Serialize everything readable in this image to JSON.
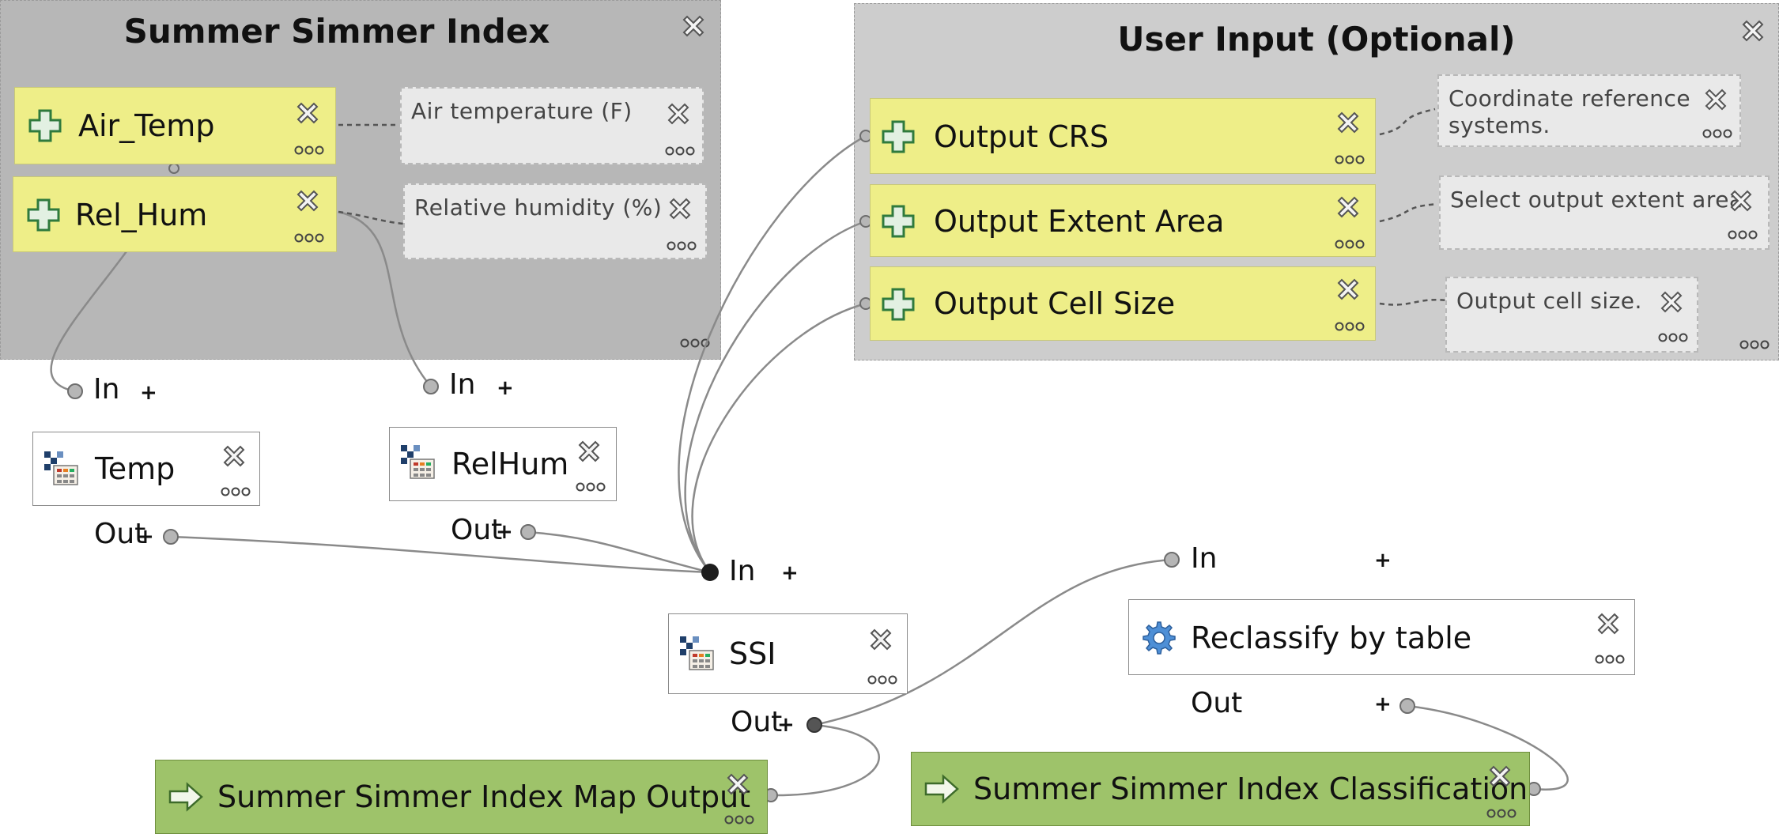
{
  "groups": {
    "ssi": {
      "title": "Summer Simmer Index"
    },
    "user": {
      "title": "User Input (Optional)"
    }
  },
  "inputs": {
    "air_temp": "Air_Temp",
    "rel_hum": "Rel_Hum",
    "output_crs": "Output CRS",
    "output_extent": "Output Extent Area",
    "output_cell": "Output Cell Size"
  },
  "comments": {
    "air_temp": "Air temperature (F)",
    "rel_hum": "Relative humidity (%)",
    "crs_line1": "Coordinate reference",
    "crs_line2": "systems.",
    "extent": "Select output extent area",
    "cell": "Output cell size."
  },
  "algorithms": {
    "temp": "Temp",
    "relhum": "RelHum",
    "ssi": "SSI",
    "reclass": "Reclassify by table"
  },
  "ports": {
    "in": "In",
    "out": "Out",
    "plus": "+"
  },
  "outputs": {
    "map": "Summer Simmer Index Map Output",
    "class": "Summer Simmer Index Classification"
  },
  "icons": {
    "param": "plus-cross-icon",
    "close": "close-x-icon",
    "more": "more-dots-icon",
    "calc": "raster-calculator-icon",
    "gear": "gear-icon",
    "arrow": "output-arrow-icon"
  }
}
